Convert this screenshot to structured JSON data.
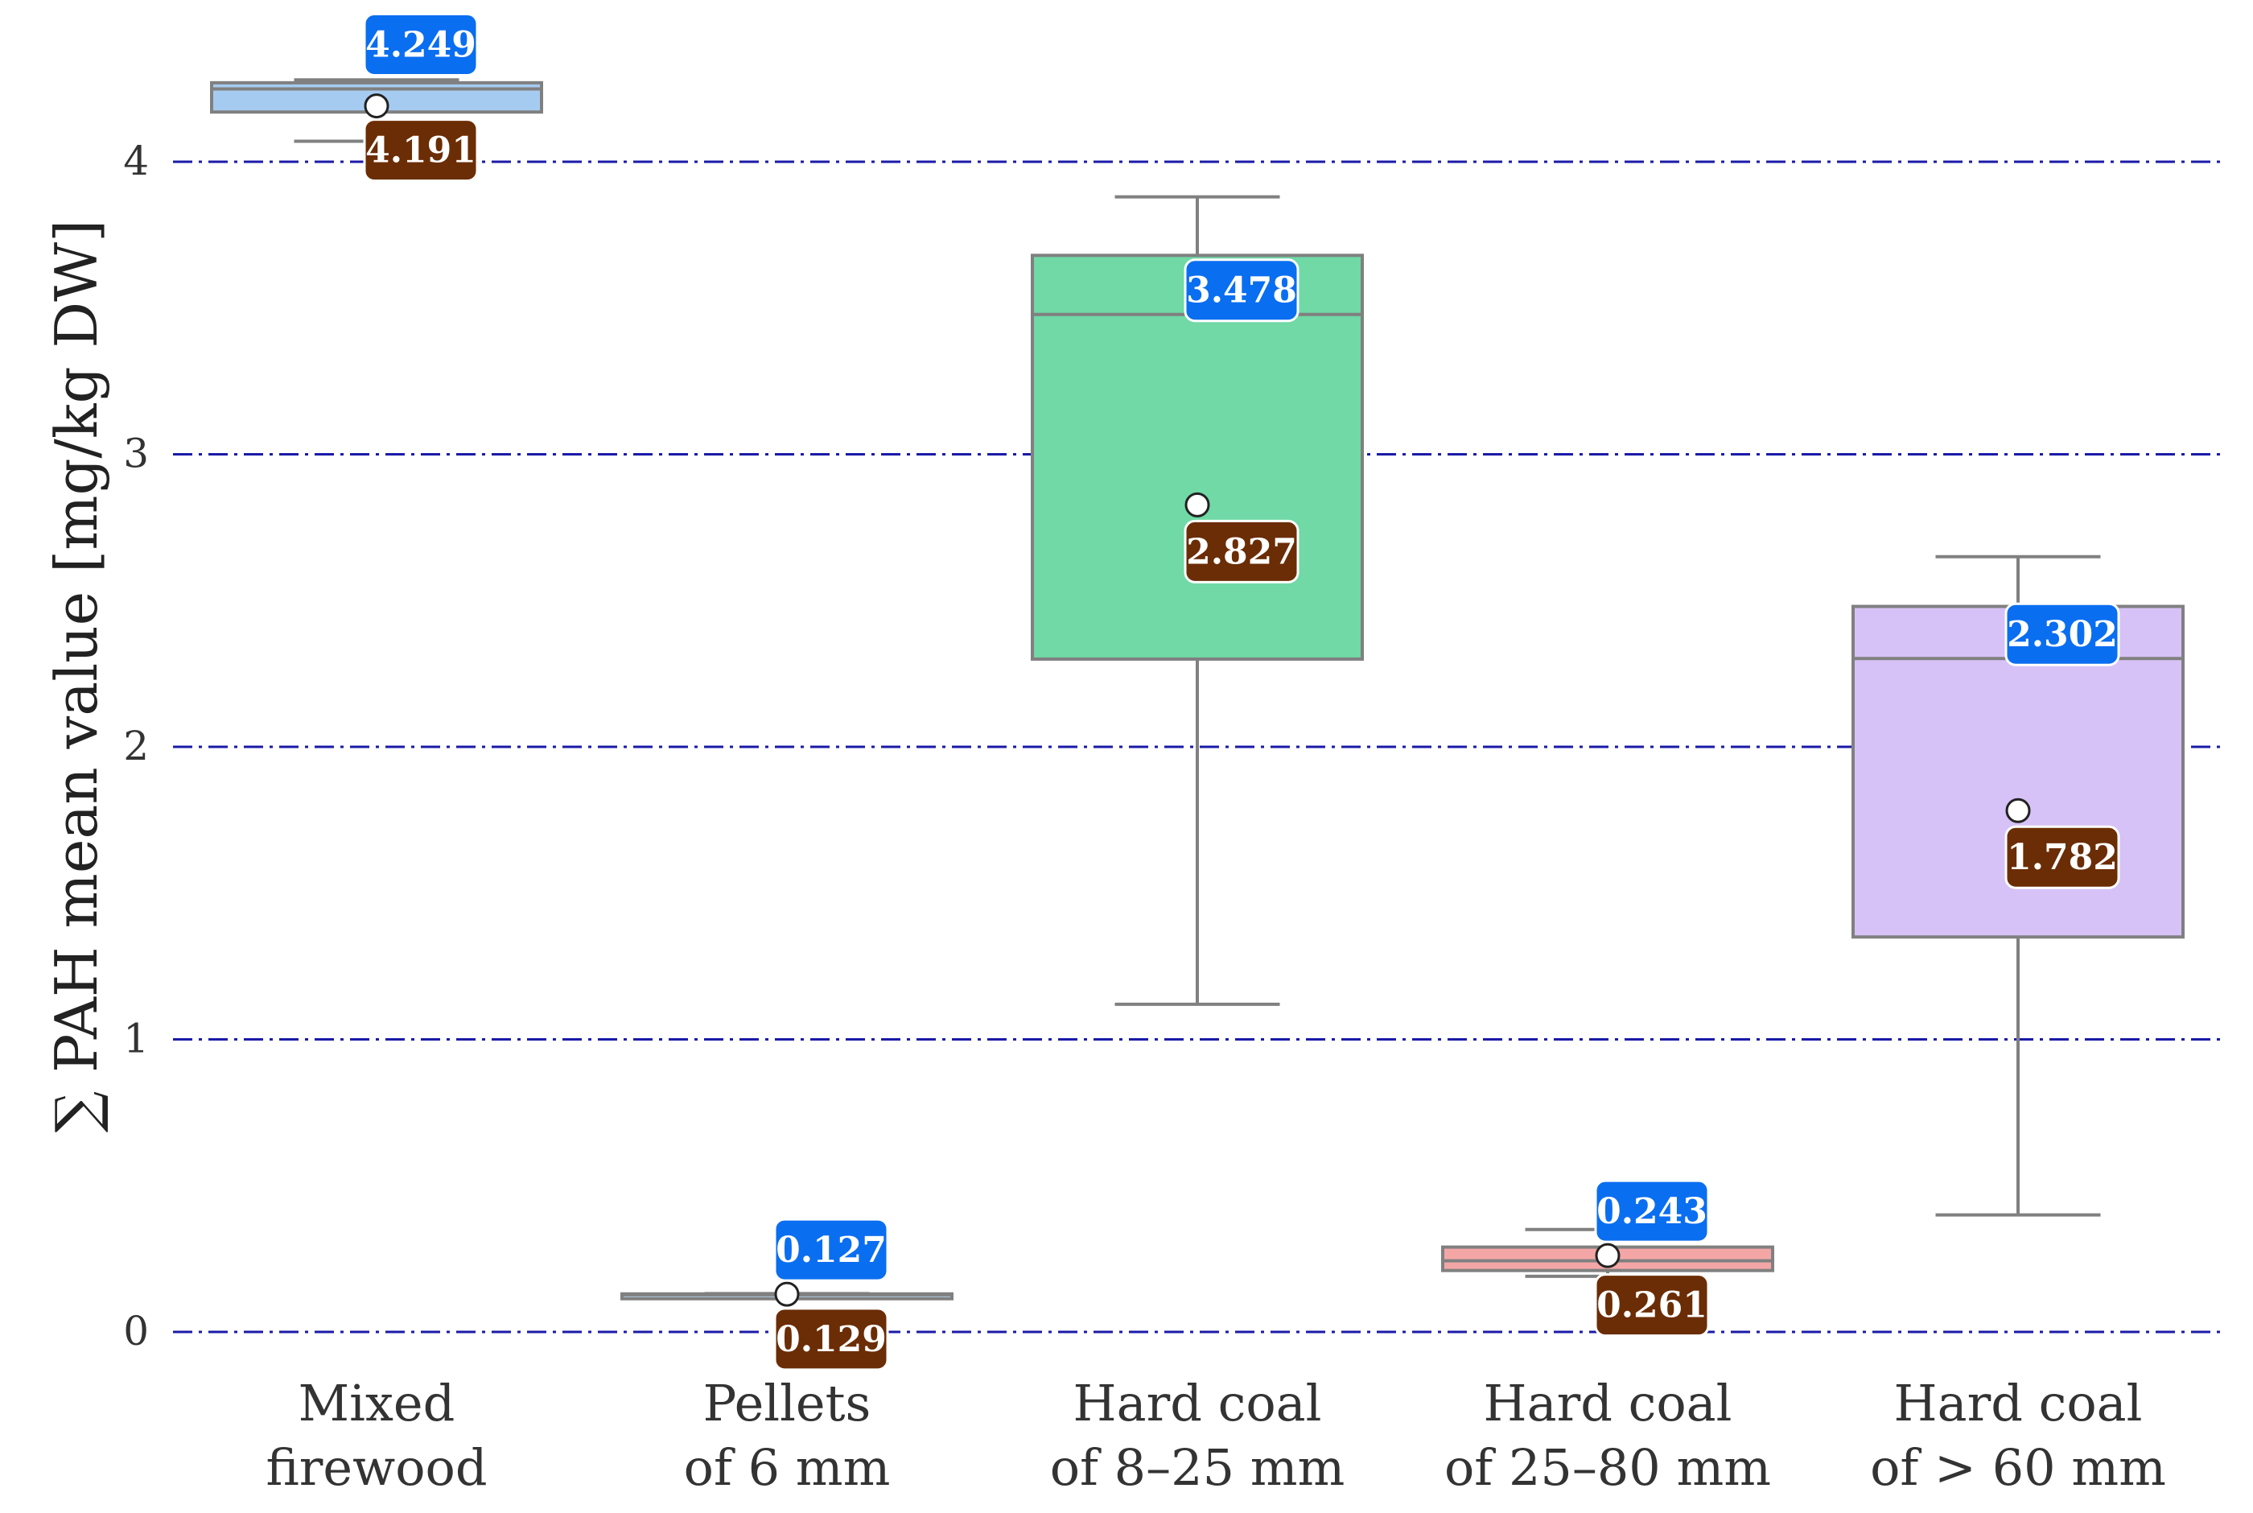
{
  "chart_data": {
    "type": "box",
    "ylabel": "∑ PAH mean value [mg/kg DW]",
    "ylim": [
      -0.05,
      4.35
    ],
    "yticks": [
      0,
      1,
      2,
      3,
      4
    ],
    "grid": true,
    "colors": {
      "median_badge": "#0a6ef0",
      "mean_badge": "#6b2d05",
      "box_stroke": "#808080",
      "grid": "#1a1aa8"
    },
    "categories": [
      {
        "label_line1": "Mixed",
        "label_line2": "firewood",
        "color": "#a6cbf0",
        "whisker_low": 4.07,
        "q1": 4.17,
        "median": 4.249,
        "q3": 4.27,
        "whisker_high": 4.28,
        "mean": 4.191,
        "median_label": "4.249",
        "mean_label": "4.191"
      },
      {
        "label_line1": "Pellets",
        "label_line2": "of 6 mm",
        "color": "#b9d9f0",
        "whisker_low": 0.125,
        "q1": 0.124,
        "median": 0.127,
        "q3": 0.13,
        "whisker_high": 0.131,
        "mean": 0.129,
        "median_label": "0.127",
        "mean_label": "0.129"
      },
      {
        "label_line1": "Hard coal",
        "label_line2": "of 8–25 mm",
        "color": "#70d9a6",
        "whisker_low": 1.12,
        "q1": 2.3,
        "median": 3.478,
        "q3": 3.68,
        "whisker_high": 3.88,
        "mean": 2.827,
        "median_label": "3.478",
        "mean_label": "2.827"
      },
      {
        "label_line1": "Hard coal",
        "label_line2": "of 25–80 mm",
        "color": "#f4a6a6",
        "whisker_low": 0.19,
        "q1": 0.21,
        "median": 0.243,
        "q3": 0.29,
        "whisker_high": 0.35,
        "mean": 0.261,
        "median_label": "0.243",
        "mean_label": "0.261"
      },
      {
        "label_line1": "Hard coal",
        "label_line2": "of > 60 mm",
        "color": "#d6c2f7",
        "whisker_low": 0.4,
        "q1": 1.35,
        "median": 2.302,
        "q3": 2.48,
        "whisker_high": 2.65,
        "mean": 1.782,
        "median_label": "2.302",
        "mean_label": "1.782"
      }
    ]
  }
}
